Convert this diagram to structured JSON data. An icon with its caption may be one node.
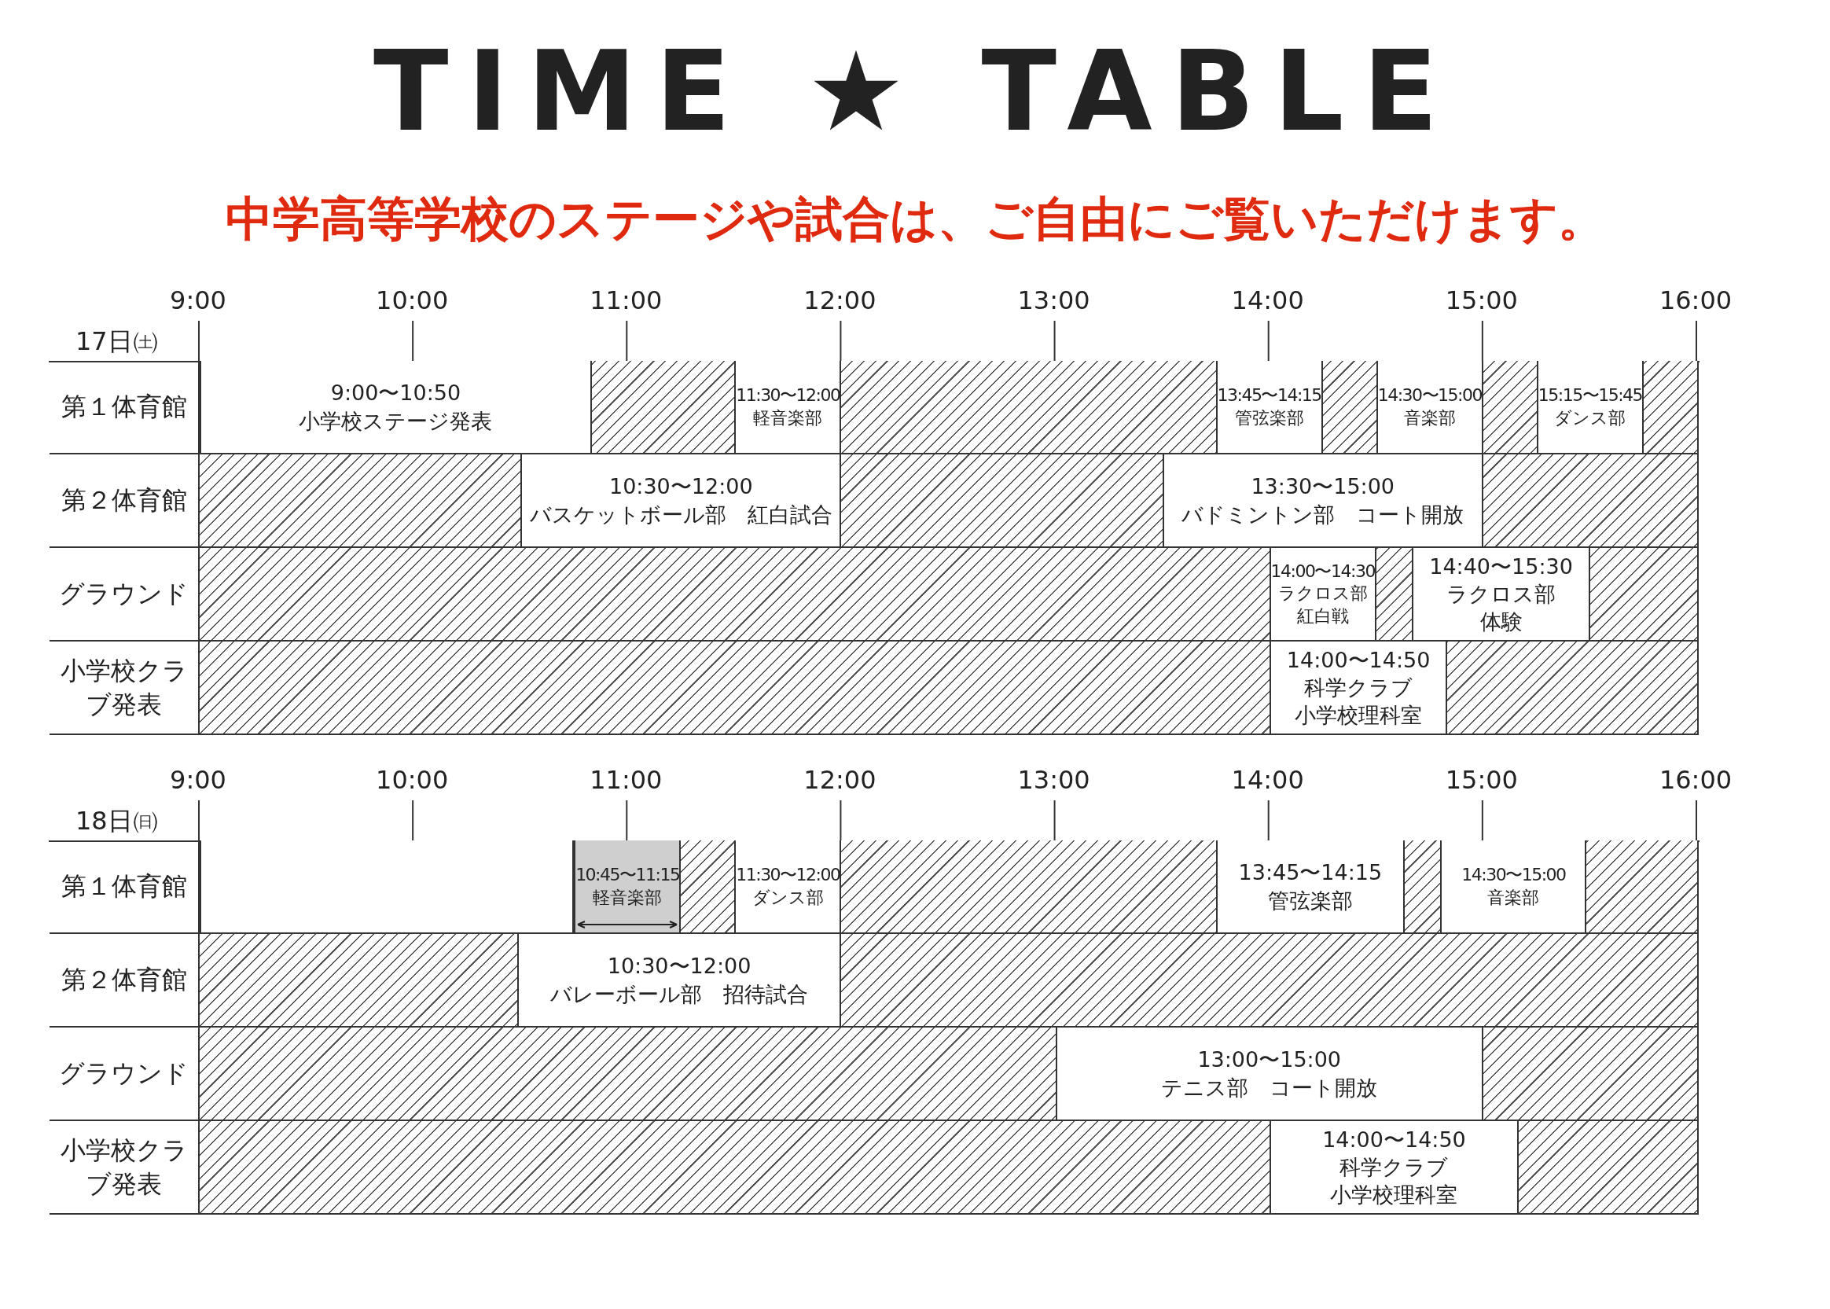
{
  "diagram": {
    "title": "TIME ★ TABLE",
    "caption": "中学高等学校のステージや試合は、ご自由にご覧いただけます。",
    "nodes": [
      {
        "text": [
          "9:00〜10:50",
          "小学校ステージ発表"
        ]
      },
      {
        "text": [
          "11:30〜12:00",
          "軽音楽部"
        ]
      },
      {
        "text": [
          "13:45〜14:15",
          "管弦楽部"
        ]
      },
      {
        "text": [
          "14:30〜15:00",
          "音楽部"
        ]
      },
      {
        "text": [
          "15:15〜15:45",
          "ダンス部"
        ]
      },
      {
        "text": [
          "10:30〜12:00",
          "バスケットボール部　紅白試合"
        ]
      },
      {
        "text": [
          "13:30〜15:00",
          "バドミントン部　コート開放"
        ]
      },
      {
        "text": [
          "14:00〜14:30",
          "ラクロス部",
          "紅白戦"
        ]
      },
      {
        "text": [
          "14:40〜15:30",
          "ラクロス部",
          "体験"
        ]
      },
      {
        "text": [
          "14:00〜14:50",
          "科学クラブ",
          "小学校理科室"
        ]
      },
      {
        "text": [],
        "shape": "box"
      },
      {
        "text": [
          "10:45〜11:15",
          "軽音楽部"
        ]
      },
      {
        "text": [
          "11:30〜12:00",
          "ダンス部"
        ]
      },
      {
        "text": [
          "13:45〜14:15",
          "管弦楽部"
        ]
      },
      {
        "text": [
          "14:30〜15:00",
          "音楽部"
        ]
      },
      {
        "text": [
          "10:30〜12:00",
          "バレーボール部　招待試合"
        ]
      },
      {
        "text": [
          "13:00〜15:00",
          "テニス部　コート開放"
        ]
      },
      {
        "text": [
          "14:00〜14:50",
          "科学クラブ",
          "小学校理科室"
        ]
      }
    ],
    "labels": [
      "9:00",
      "10:00",
      "11:00",
      "12:00",
      "13:00",
      "14:00",
      "15:00",
      "16:00",
      "17日㈯",
      "第１体育館",
      "第２体育館",
      "グラウンド",
      "小学校クラブ発表",
      "9:00",
      "10:00",
      "11:00",
      "12:00",
      "13:00",
      "14:00",
      "15:00",
      "16:00",
      "18日㈰",
      "第１体育館",
      "第２体育館",
      "グラウンド",
      "小学校クラブ発表"
    ]
  }
}
